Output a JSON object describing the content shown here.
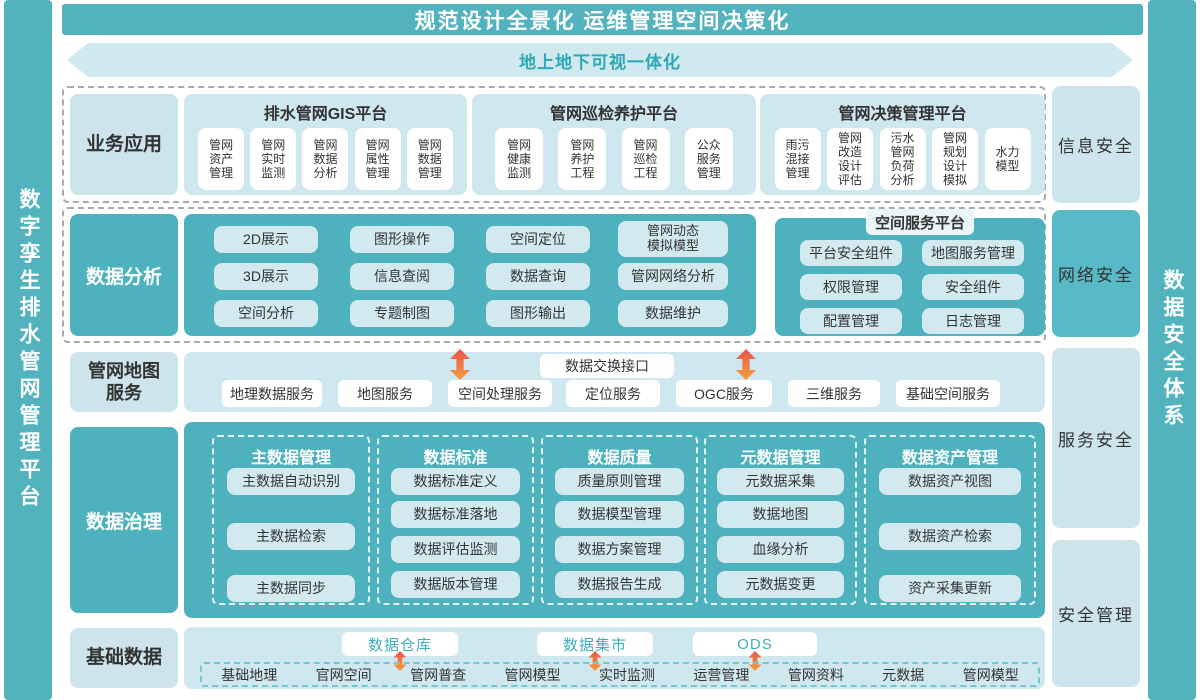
{
  "colors": {
    "teal": "#52b3be",
    "teal_dark": "#58bac6",
    "light_blue": "#cde4ec",
    "chip_light": "#d2eaef",
    "white": "#ffffff",
    "text_dark": "#333333",
    "teal_text": "#2fa7b6",
    "arrow_gradient_top": "#e9564a",
    "arrow_gradient_bottom": "#f59d3c"
  },
  "banner": {
    "title": "规范设计全景化  运维管理空间决策化"
  },
  "arrow_banner": {
    "label": "地上地下可视一体化"
  },
  "side_left": {
    "label": "数字孪生排水管网管理平台"
  },
  "side_right": {
    "label": "数据安全体系"
  },
  "security": {
    "items": [
      {
        "label": "信息安全"
      },
      {
        "label": "网络安全"
      },
      {
        "label": "服务安全"
      },
      {
        "label": "安全管理"
      }
    ]
  },
  "business": {
    "label": "业务应用",
    "groups": [
      {
        "title": "排水管网GIS平台",
        "items": [
          "管网\n资产\n管理",
          "管网\n实时\n监测",
          "管网\n数据\n分析",
          "管网\n属性\n管理",
          "管网\n数据\n管理"
        ]
      },
      {
        "title": "管网巡检养护平台",
        "items": [
          "管网\n健康\n监测",
          "管网\n养护\n工程",
          "管网\n巡检\n工程",
          "公众\n服务\n管理"
        ]
      },
      {
        "title": "管网决策管理平台",
        "items": [
          "雨污\n混接\n管理",
          "管网\n改造\n设计\n评估",
          "污水\n管网\n负荷\n分析",
          "管网\n规划\n设计\n模拟",
          "水力\n模型"
        ]
      }
    ]
  },
  "analysis": {
    "label": "数据分析",
    "grid": [
      [
        "2D展示",
        "3D展示",
        "空间分析"
      ],
      [
        "图形操作",
        "信息查阅",
        "专题制图"
      ],
      [
        "空间定位",
        "数据查询",
        "图形输出"
      ],
      [
        "管网动态\n模拟模型",
        "管网网络分析",
        "数据维护"
      ]
    ],
    "platform": {
      "title": "空间服务平台",
      "left": [
        "平台安全组件",
        "权限管理",
        "配置管理"
      ],
      "right": [
        "地图服务管理",
        "安全组件",
        "日志管理"
      ]
    }
  },
  "map_service": {
    "label": "管网地图\n服务",
    "exchange": "数据交换接口",
    "items": [
      "地理数据服务",
      "地图服务",
      "空间处理服务",
      "定位服务",
      "OGC服务",
      "三维服务",
      "基础空间服务"
    ]
  },
  "governance": {
    "label": "数据治理",
    "columns": [
      {
        "title": "主数据管理",
        "items": [
          "主数据自动识别",
          "主数据检索",
          "主数据同步"
        ]
      },
      {
        "title": "数据标准",
        "items": [
          "数据标准定义",
          "数据标准落地",
          "数据评估监测",
          "数据版本管理"
        ]
      },
      {
        "title": "数据质量",
        "items": [
          "质量原则管理",
          "数据模型管理",
          "数据方案管理",
          "数据报告生成"
        ]
      },
      {
        "title": "元数据管理",
        "items": [
          "元数据采集",
          "数据地图",
          "血缘分析",
          "元数据变更"
        ]
      },
      {
        "title": "数据资产管理",
        "items": [
          "数据资产视图",
          "数据资产检索",
          "资产采集更新"
        ]
      }
    ]
  },
  "base": {
    "label": "基础数据",
    "stores": [
      "数据仓库",
      "数据集市",
      "ODS"
    ],
    "sources": [
      "基础地理",
      "官网空间",
      "管网普查",
      "管网模型",
      "实时监测",
      "运营管理",
      "管网资料",
      "元数据",
      "管网模型"
    ]
  }
}
